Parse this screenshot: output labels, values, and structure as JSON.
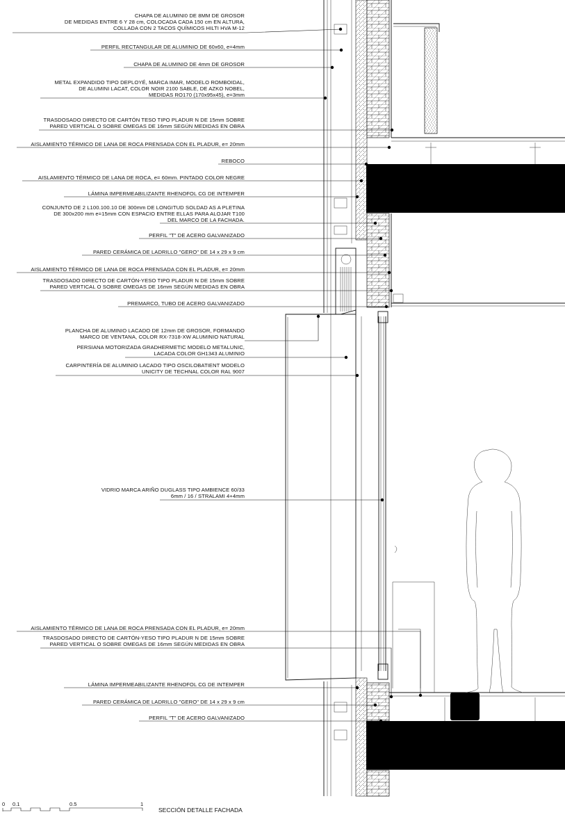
{
  "drawing": {
    "title": "SECCIÓN DETALLE FACHADA",
    "scale_bar": {
      "ticks": [
        "0",
        "0.1",
        "0.5",
        "1"
      ]
    },
    "annotations": [
      {
        "id": "a01",
        "lines": [
          "CHAPA DE ALUMINI0 DE 8MM DE GROSOR",
          "DE MEDIDAS ENTRE 6 Y 28 cm, COLOCADA CADA 150 cm EN ALTURA,",
          "COLLADA CON 2 TACOS QUÍMICOS HILTI HVA M-12"
        ]
      },
      {
        "id": "a02",
        "lines": [
          "PERFIL RECTANGULAR DE ALUMINIO DE 60x60, e=4mm"
        ]
      },
      {
        "id": "a03",
        "lines": [
          "CHAPA DE ALUMINIO DE 4mm DE GROSOR"
        ]
      },
      {
        "id": "a04",
        "lines": [
          "METAL EXPANDIDO TIPO DEPLOYÉ, MARCA IMAR, MODELO ROMBOIDAL,",
          "DE ALUMINI LACAT, COLOR NOIR 2100 SABLE, DE AZKO NOBEL,",
          "MEDIDAS RO170 (170x95x45), e=3mm"
        ]
      },
      {
        "id": "a05",
        "lines": [
          "TRASDOSADO DIRECTO DE CARTÓN TESO TIPO PLADUR N DE 15mm SOBRE",
          "PARED VERTICAL O SOBRE OMEGAS DE 16mm SEGÚN MEDIDAS EN OBRA"
        ]
      },
      {
        "id": "a06",
        "lines": [
          "AISLAMIENTO TÉRMICO DE LANA DE ROCA PRENSADA CON EL PLADUR, e= 20mm"
        ]
      },
      {
        "id": "a07",
        "lines": [
          "REBOCO"
        ]
      },
      {
        "id": "a08",
        "lines": [
          "AISLAMIENTO TÉRMICO DE LANA DE ROCA, e= 60mm. PINTADO COLOR NEGRE"
        ]
      },
      {
        "id": "a09",
        "lines": [
          "LÁMINA IMPERMEABILIZANTE RHENOFOL CG DE INTEMPER"
        ]
      },
      {
        "id": "a10",
        "lines": [
          "CONJUNTO DE 2 L100.100.10 DE 300mm DE LONGITUD SOLDAD AS A PLETINA",
          "DE 300x200 mm  e=15mm CON ESPACIO ENTRE ELLAS PARA ALOJAR T100",
          "DEL MARCO DE LA FACHADA."
        ]
      },
      {
        "id": "a11",
        "lines": [
          "PERFIL \"T\" DE ACERO GALVANIZADO"
        ]
      },
      {
        "id": "a12",
        "lines": [
          "PARED CERÁMICA DE LADRILLO \"GERO\" DE 14 x 29 x 9 cm"
        ]
      },
      {
        "id": "a13",
        "lines": [
          "AISLAMIENTO TÉRMICO DE LANA DE ROCA PRENSADA CON EL PLADUR, e= 20mm"
        ]
      },
      {
        "id": "a14",
        "lines": [
          "TRASDOSADO DIRECTO DE CARTÓN-YESO  TIPO PLADUR N DE 15mm SOBRE",
          "PARED VERTICAL O SOBRE OMEGAS DE 16mm SEGÚN MEDIDAS EN OBRA"
        ]
      },
      {
        "id": "a15",
        "lines": [
          "PREMARCO, TUBO DE ACERO GALVANIZADO"
        ]
      },
      {
        "id": "a16",
        "lines": [
          "PLANCHA DE ALUMINIO LACADO DE 12mm DE GROSOR, FORMANDO",
          "MARCO DE VENTANA, COLOR RX-7318-XW ALUMINIO NATURAL"
        ]
      },
      {
        "id": "a17",
        "lines": [
          "PERSIANA MOTORIZADA GRADHERMETIC MODELO METALUNIC,",
          "LACADA COLOR GH1343 ALUMINIO"
        ]
      },
      {
        "id": "a18",
        "lines": [
          "CARPINTERÍA DE ALUMINIO LACADO TIPO OSCILOBATIENT MODELO",
          "UNICITY DE TECHNAL COLOR RAL 9007"
        ]
      },
      {
        "id": "a19",
        "lines": [
          "VIDRIO MARCA ARIÑO DUGLASS TIPO AMBIENCE 60/33",
          "6mm / 16 / STRALAMI 4+4mm"
        ]
      },
      {
        "id": "a20",
        "lines": [
          "AISLAMIENTO TÉRMICO DE LANA DE ROCA PRENSADA CON EL PLADUR, e= 20mm"
        ]
      },
      {
        "id": "a21",
        "lines": [
          "TRASDOSADO DIRECTO DE CARTÓN-YESO  TIPO PLADUR N DE 15mm SOBRE",
          "PARED VERTICAL O SOBRE OMEGAS DE 16mm SEGÚN MEDIDAS EN OBRA"
        ]
      },
      {
        "id": "a22",
        "lines": [
          "LÁMINA IMPERMEABILIZANTE RHENOFOL CG DE INTEMPER"
        ]
      },
      {
        "id": "a23",
        "lines": [
          "PARED CERÁMICA DE LADRILLO \"GERO\" DE 14 x 29 x 9 cm"
        ]
      },
      {
        "id": "a24",
        "lines": [
          "PERFIL \"T\" DE ACERO GALVANIZADO"
        ]
      }
    ]
  }
}
